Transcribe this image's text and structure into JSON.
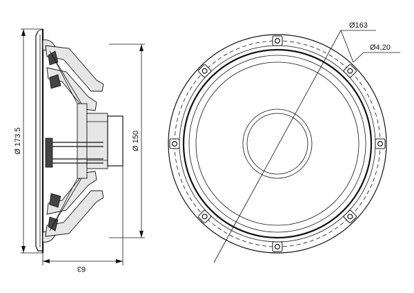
{
  "drawing": {
    "dimensions": {
      "overall_diameter": "Ø 173.5",
      "cone_diameter": "Ø 150",
      "depth": "63",
      "bolt_circle": "Ø163",
      "hole_size": "Ø4,20"
    },
    "mounting_holes": 8
  }
}
